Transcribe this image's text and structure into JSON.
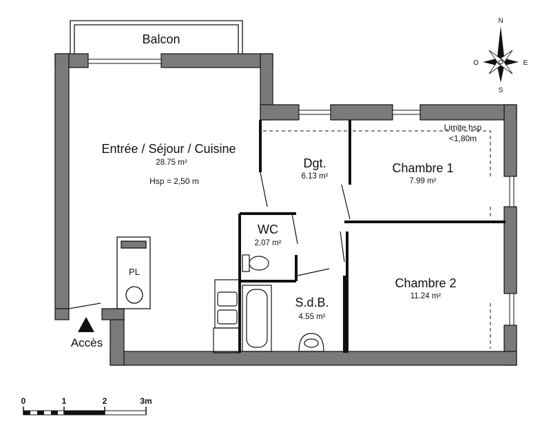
{
  "rooms": {
    "balcon": {
      "name": "Balcon"
    },
    "sejour": {
      "name": "Entrée / Séjour / Cuisine",
      "area": "28.75 m²",
      "hsp": "Hsp =  2,50 m"
    },
    "dgt": {
      "name": "Dgt.",
      "area": "6.13 m²"
    },
    "chambre1": {
      "name": "Chambre 1",
      "area": "7.99 m²",
      "note_line1": "Limite hsp",
      "note_line2": "<1,80m"
    },
    "chambre2": {
      "name": "Chambre 2",
      "area": "11.24 m²"
    },
    "wc": {
      "name": "WC",
      "area": "2.07 m²"
    },
    "sdb": {
      "name": "S.d.B.",
      "area": "4.55 m²"
    },
    "placard": {
      "name": "PL"
    }
  },
  "entrance": {
    "label": "Accès"
  },
  "compass": {
    "north": "N",
    "south": "S",
    "east": "E",
    "west": "O"
  },
  "scale": {
    "ticks": [
      "0",
      "1",
      "2",
      "3m"
    ]
  },
  "colors": {
    "wall": "#7a7a7a",
    "line": "#111111",
    "background": "#ffffff"
  }
}
